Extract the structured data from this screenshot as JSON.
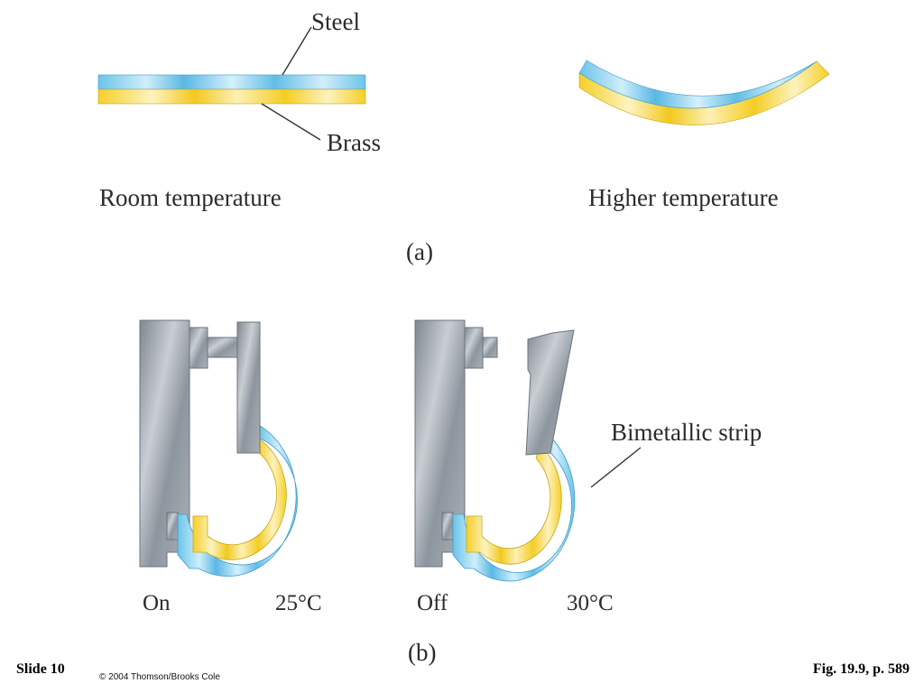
{
  "panel_a": {
    "label": "(a)",
    "steel_label": "Steel",
    "brass_label": "Brass",
    "room_temp_caption": "Room temperature",
    "higher_temp_caption": "Higher temperature"
  },
  "panel_b": {
    "label": "(b)",
    "bimetallic_label": "Bimetallic strip",
    "on_state": "On",
    "on_temperature": "25°C",
    "off_state": "Off",
    "off_temperature": "30°C"
  },
  "footer": {
    "slide_number": "Slide 10",
    "copyright": "© 2004 Thomson/Brooks Cole",
    "figure_reference": "Fig. 19.9, p. 589"
  },
  "colors": {
    "steel": "#74c8ec",
    "brass": "#f6d22f",
    "metal_gray": "#9aa2aa",
    "leader_line": "#333333"
  }
}
